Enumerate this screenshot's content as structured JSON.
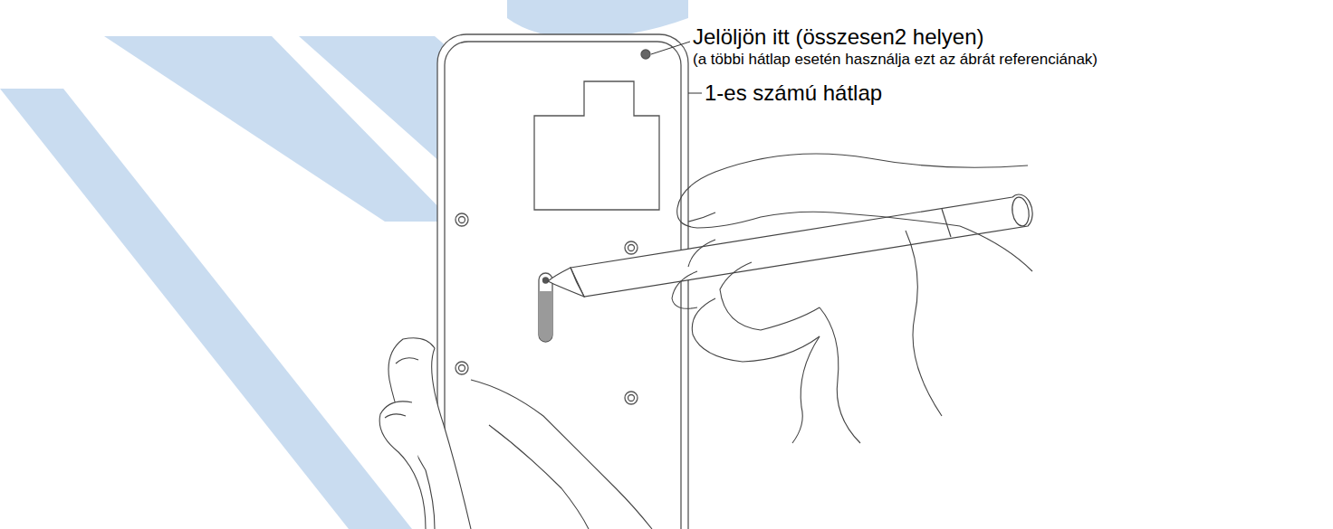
{
  "diagram": {
    "labels": [
      "Jelöljön itt (összesen2 helyen)",
      "(a többi hátlap esetén használja ezt az ábrát referenciának)",
      "1-es számú hátlap"
    ]
  }
}
